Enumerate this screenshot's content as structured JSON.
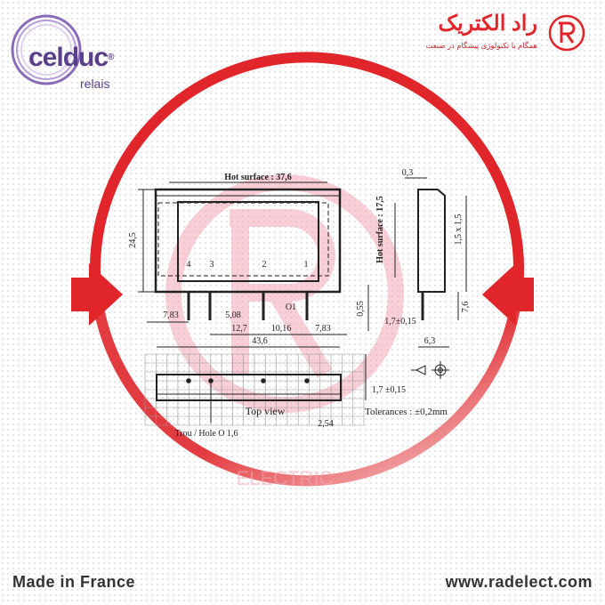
{
  "brand": {
    "name": "celduc",
    "reg": "®",
    "sub": "relais"
  },
  "vendor": {
    "name": "راد الکتریک",
    "tagline": "همگام با تکنولوژی پیشگام در صنعت",
    "watermark": "ELECTRIC"
  },
  "drawing": {
    "hot_surface_front": "Hot surface : 37,6",
    "height_front": "24,5",
    "pins": [
      "4",
      "3",
      "2",
      "1"
    ],
    "dim_7_83_left": "7,83",
    "dim_5_08": "5,08",
    "dim_12_7": "12,7",
    "dim_10_16": "10,16",
    "dim_7_83_right": "7,83",
    "dim_43_6": "43,6",
    "pin_dia": "O1",
    "dim_0_55": "0,55",
    "dim_0_3": "0,3",
    "hot_surface_side": "Hot surface : 17,5",
    "chamfer": "1,5 x 1,5",
    "dim_7_6": "7,6",
    "dim_1_7_side": "1,7±0,15",
    "dim_6_3": "6,3",
    "top_view": "Top view",
    "hole": "Trou / Hole O 1,6",
    "dim_2_54": "2,54",
    "dim_1_7_top": "1,7 ±0,15",
    "tolerances": "Tolerances : ±0,2mm"
  },
  "colors": {
    "accent": "#e0262b",
    "brand": "#5a3f8a",
    "watermark": "#f3b8c4"
  },
  "footer": {
    "origin": "Made in France",
    "website": "www.radelect.com"
  }
}
